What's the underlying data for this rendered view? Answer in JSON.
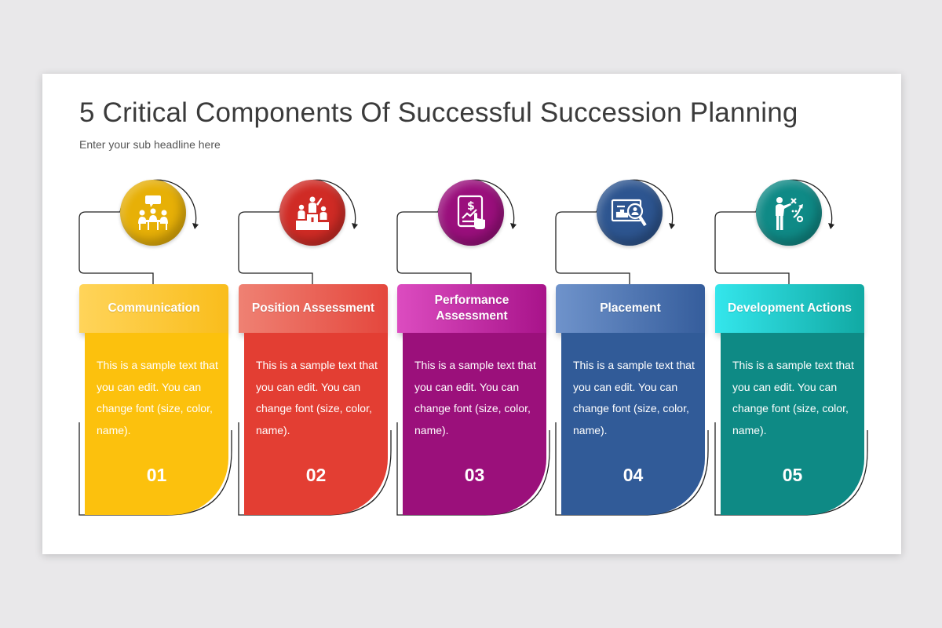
{
  "slide": {
    "title": "5 Critical Components Of Successful Succession Planning",
    "subtitle": "Enter your sub headline here"
  },
  "steps": [
    {
      "label": "Communication",
      "text": "This is a sample text that you can edit. You can change font (size, color, name).",
      "number": "01",
      "icon": "meeting-icon",
      "color_header_start": "#ffd45a",
      "color_header_end": "#f9bd1c",
      "color_body": "#fcc10d",
      "color_icon": "#e7b007"
    },
    {
      "label": "Position Assessment",
      "text": "This is a sample text that you can edit. You can change font (size, color, name).",
      "number": "02",
      "icon": "podium-icon",
      "color_header_start": "#ef8173",
      "color_header_end": "#e4473d",
      "color_body": "#e33e33",
      "color_icon": "#d02b25"
    },
    {
      "label": "Performance Assessment",
      "text": "This is a sample text that you can edit. You can change font (size, color, name).",
      "number": "03",
      "icon": "tablet-dollar-icon",
      "color_header_start": "#dc4cc0",
      "color_header_end": "#a8138a",
      "color_body": "#9b107b",
      "color_icon": "#9a0f7c"
    },
    {
      "label": "Placement",
      "text": "This is a sample text that you can edit. You can change font (size, color, name).",
      "number": "04",
      "icon": "analysis-icon",
      "color_header_start": "#6f93cb",
      "color_header_end": "#355d9c",
      "color_body": "#315b98",
      "color_icon": "#2d5590"
    },
    {
      "label": "Development Actions",
      "text": "This is a sample text that you can edit. You can change font (size, color, name).",
      "number": "05",
      "icon": "strategy-icon",
      "color_header_start": "#34e6ec",
      "color_header_end": "#11a9a3",
      "color_body": "#0e8a85",
      "color_icon": "#0f8a86"
    }
  ]
}
